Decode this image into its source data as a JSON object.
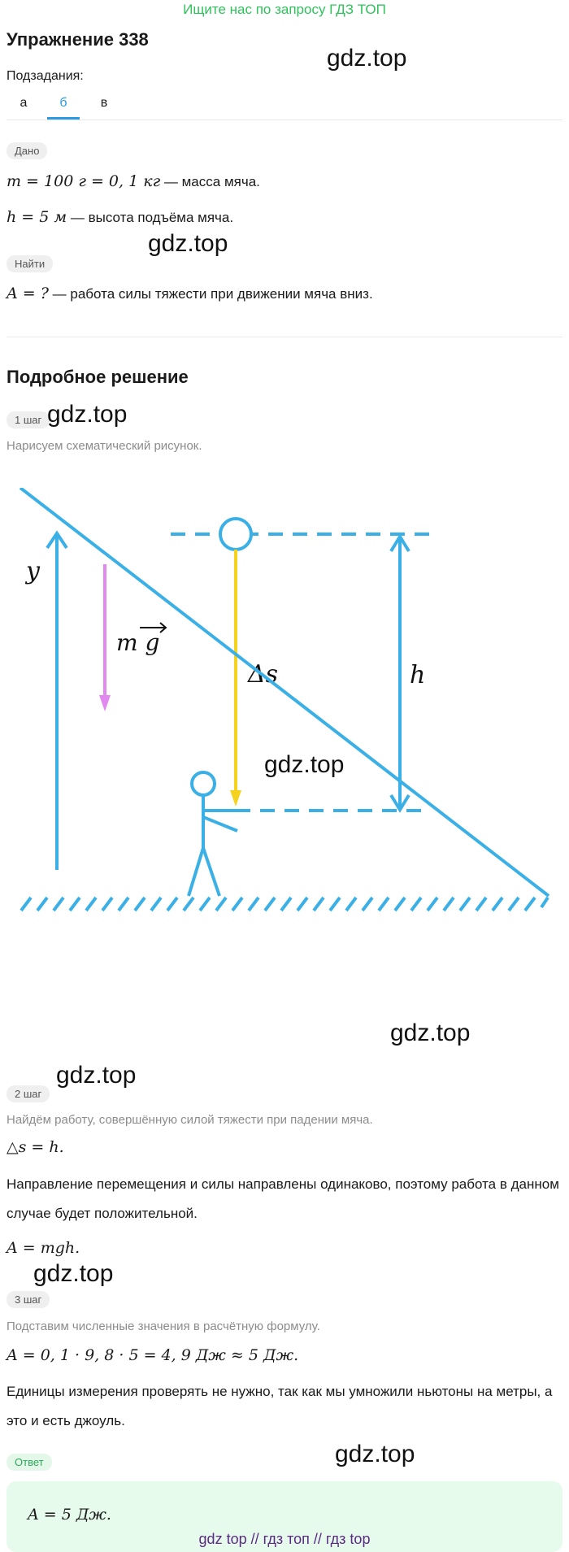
{
  "promo": "Ищите нас по запросу ГДЗ ТОП",
  "title": "Упражнение 338",
  "subtasks_label": "Подзадания:",
  "tabs": [
    "а",
    "б",
    "в"
  ],
  "active_tab": "б",
  "given_label": "Дано",
  "given": [
    {
      "math": "m = 100 г = 0, 1 кг",
      "text": " — масса мяча."
    },
    {
      "math": "h = 5 м",
      "text": " — высота подъёма мяча."
    }
  ],
  "find_label": "Найти",
  "find": {
    "math": "A = ?",
    "text": " — работа силы тяжести при движении мяча вниз."
  },
  "solution_heading": "Подробное решение",
  "steps": [
    {
      "label": "1 шаг",
      "desc": "Нарисуем схематический рисунок."
    },
    {
      "label": "2 шаг",
      "desc": "Найдём работу, совершённую силой тяжести при падении мяча."
    },
    {
      "label": "3 шаг",
      "desc": "Подставим численные значения в расчётную формулу."
    }
  ],
  "figure": {
    "labels": {
      "y": "y",
      "mg": "m g",
      "ds": "Δs",
      "h": "h"
    },
    "colors": {
      "blue": "#3bb0e6",
      "yellow": "#f5d21d",
      "violet": "#e289f0"
    }
  },
  "step2": {
    "eq1": "△s = h.",
    "text": "Направление перемещения и силы направлены одинаково, поэтому работа в данном случае будет положительной.",
    "eq2": "A = mgh."
  },
  "step3": {
    "eq": "A = 0, 1 · 9, 8 · 5 = 4, 9 Дж ≈ 5 Дж.",
    "text": "Единицы измерения проверять не нужно, так как мы умножили ньютоны на метры, а это и есть джоуль."
  },
  "answer_label": "Ответ",
  "answer": "A = 5 Дж.",
  "watermark": "gdz.top",
  "footer": "gdz top  //  гдз топ  //  гдз top"
}
